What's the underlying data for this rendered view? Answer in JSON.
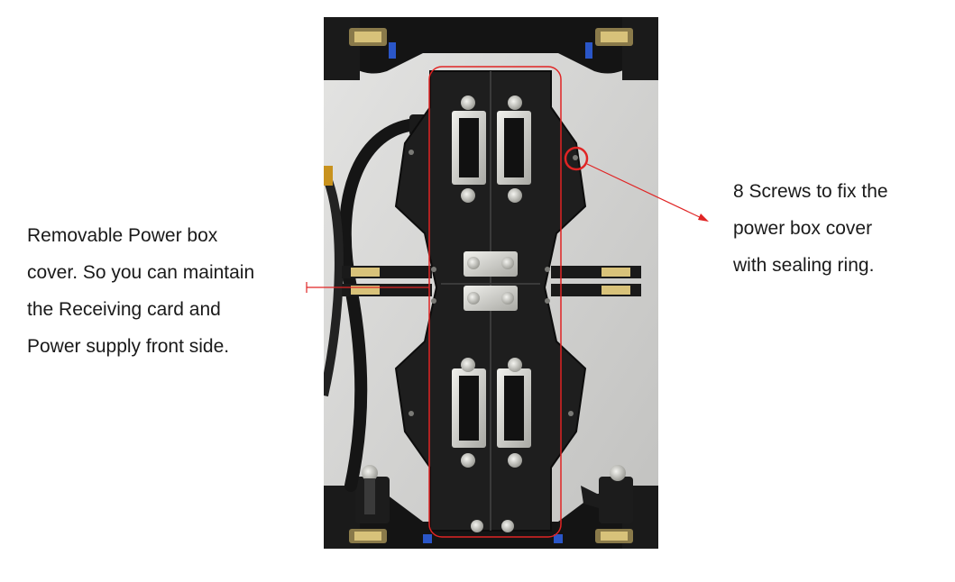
{
  "annotations": {
    "left_label": [
      "Removable Power box",
      "cover. So you can maintain",
      "the Receiving card and",
      "Power supply front side."
    ],
    "right_label": [
      "8 Screws to fix the",
      "power box cover",
      "with sealing ring."
    ]
  },
  "colors": {
    "callout": "#e02424",
    "panel": "#1e1e1e",
    "frame": "#141414",
    "background": "#d6d6d4",
    "connector_housing": "#c9c9c4",
    "text": "#1a1a1a"
  },
  "icons": [
    "screw-icon",
    "connector-icon",
    "cable-icon"
  ]
}
